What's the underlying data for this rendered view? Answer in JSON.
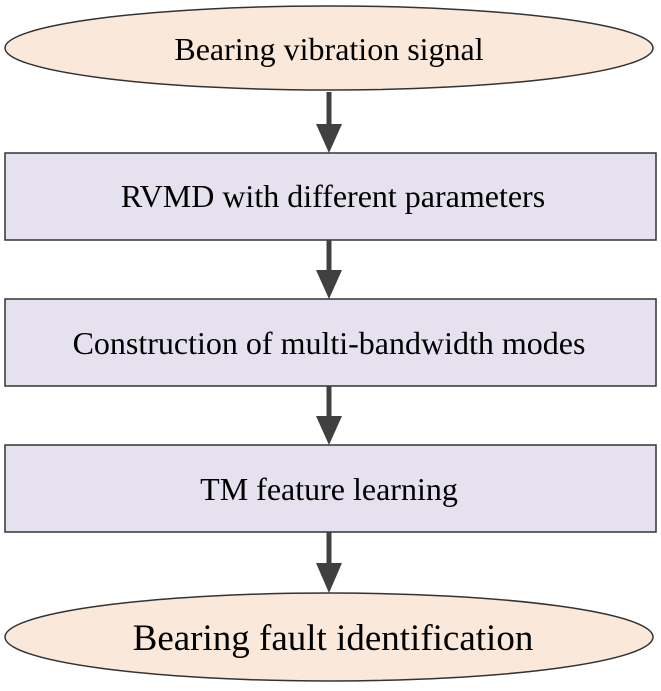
{
  "diagram": {
    "type": "flowchart",
    "colors": {
      "ellipse_fill": "#fae8da",
      "box_fill": "#e5e1ee",
      "stroke": "#333333",
      "arrow": "#404040"
    },
    "nodes": [
      {
        "id": "start",
        "shape": "ellipse",
        "label": "Bearing vibration signal"
      },
      {
        "id": "rvmd",
        "shape": "rect",
        "label": "RVMD with different parameters"
      },
      {
        "id": "construct",
        "shape": "rect",
        "label": "Construction of multi-bandwidth modes"
      },
      {
        "id": "tm",
        "shape": "rect",
        "label": "TM feature learning"
      },
      {
        "id": "end",
        "shape": "ellipse",
        "label": "Bearing fault identification"
      }
    ],
    "edges": [
      {
        "from": "start",
        "to": "rvmd"
      },
      {
        "from": "rvmd",
        "to": "construct"
      },
      {
        "from": "construct",
        "to": "tm"
      },
      {
        "from": "tm",
        "to": "end"
      }
    ]
  }
}
